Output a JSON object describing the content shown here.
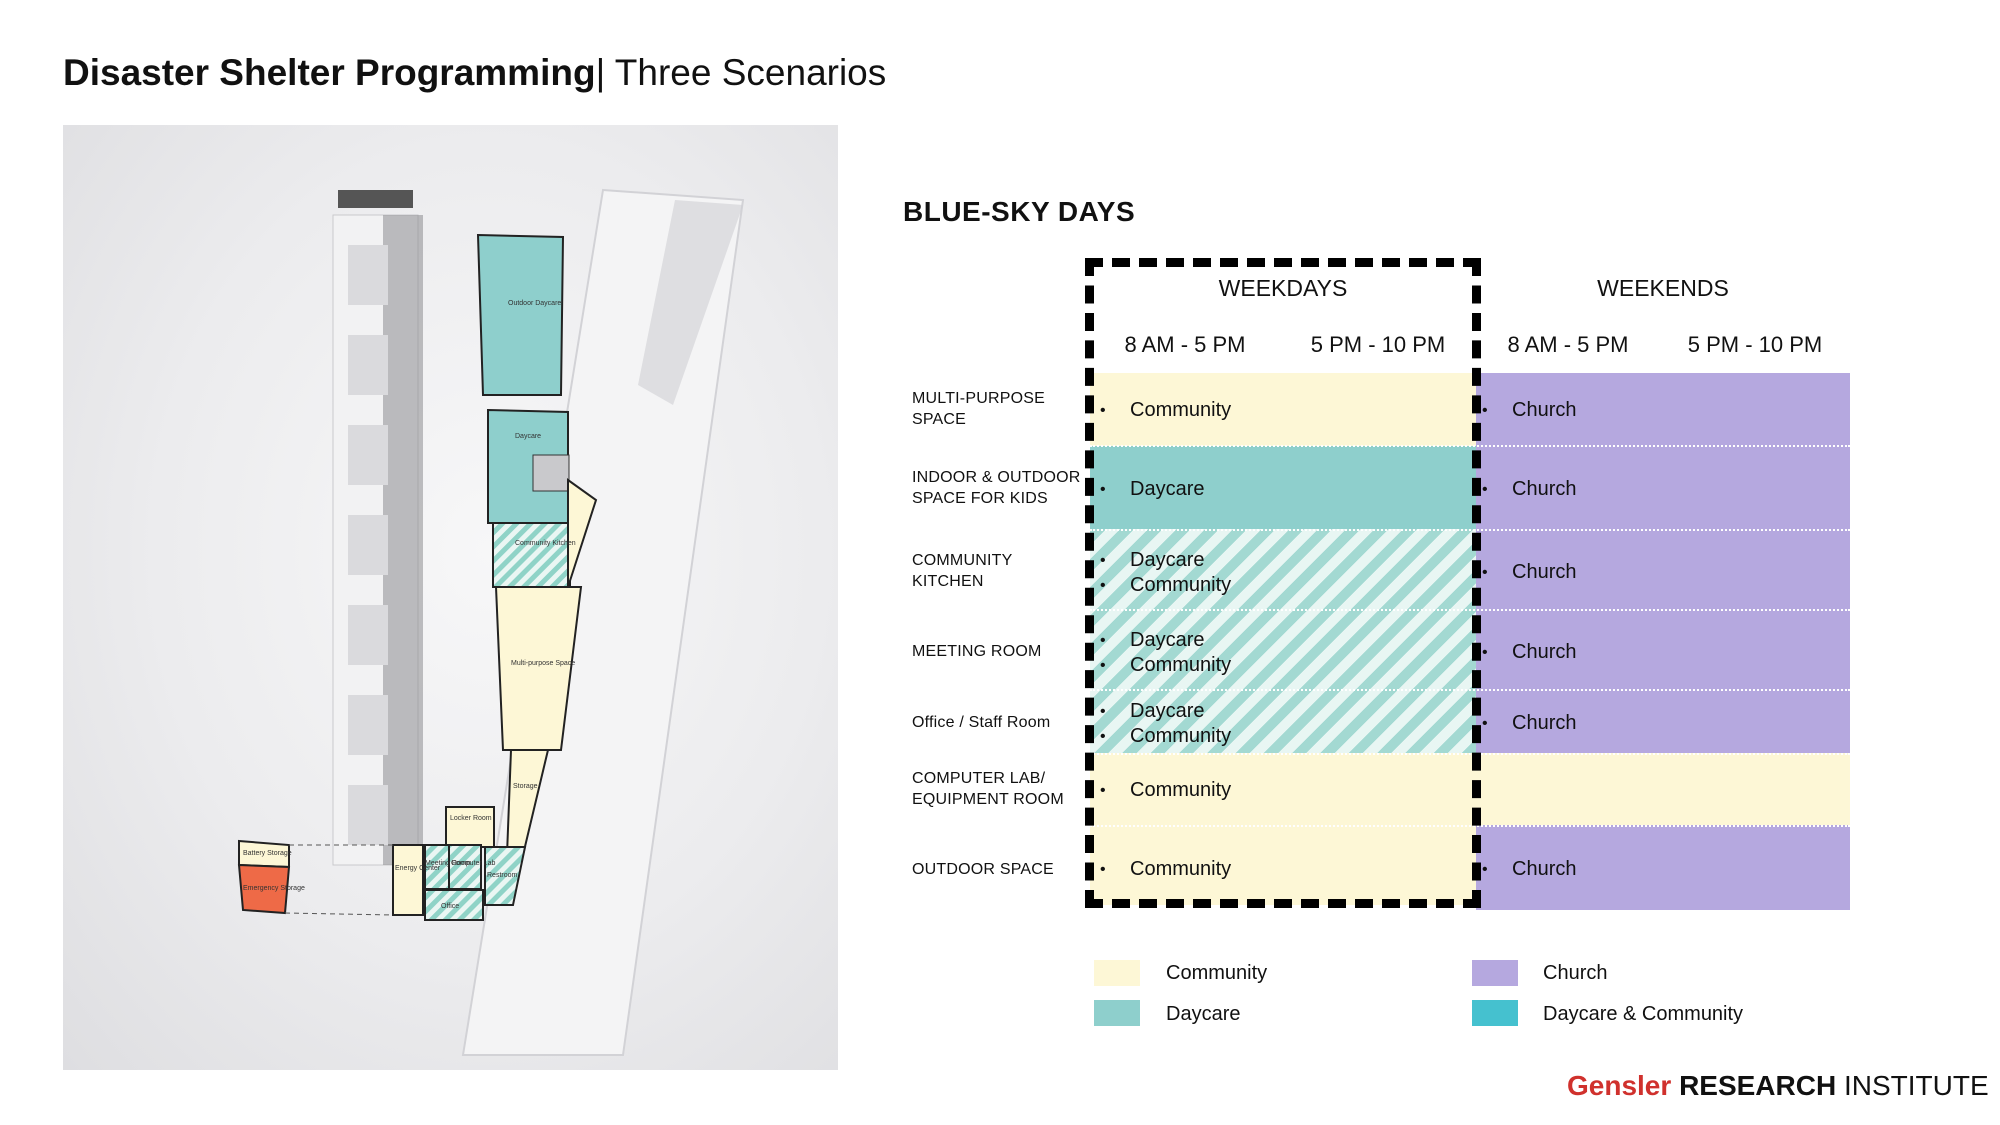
{
  "header": {
    "title_bold": "Disaster Shelter Programming",
    "separator": "|",
    "title_sub": " Three Scenarios"
  },
  "plan": {
    "labels": {
      "outdoor_daycare": "Outdoor Daycare",
      "daycare": "Daycare",
      "community_kitchen": "Community Kitchen",
      "multi_purpose": "Multi-purpose Space",
      "storage": "Storage",
      "locker_room": "Locker Room",
      "energy_center": "Energy Center",
      "meeting_room": "Meeting Room",
      "computer_lab": "Computer Lab",
      "restroom": "Restroom",
      "office": "Office",
      "battery_storage": "Battery Storage",
      "emergency_storage": "Emergency Storage"
    }
  },
  "schedule": {
    "section_title": "BLUE-SKY DAYS",
    "columns": {
      "weekdays": "WEEKDAYS",
      "weekends": "WEEKENDS"
    },
    "times": [
      "8 AM - 5 PM",
      "5 PM - 10 PM",
      "8 AM - 5 PM",
      "5 PM - 10 PM"
    ],
    "bullet": "•",
    "rows": [
      {
        "label": "MULTI-PURPOSE\nSPACE",
        "weekday": [
          "Community"
        ],
        "weekend": [
          "Church"
        ]
      },
      {
        "label": "INDOOR & OUTDOOR\nSPACE FOR KIDS",
        "weekday": [
          "Daycare"
        ],
        "weekend": [
          "Church"
        ]
      },
      {
        "label": "COMMUNITY\nKITCHEN",
        "weekday": [
          "Daycare",
          "Community"
        ],
        "weekend": [
          "Church"
        ]
      },
      {
        "label": "MEETING ROOM",
        "weekday": [
          "Daycare",
          "Community"
        ],
        "weekend": [
          "Church"
        ]
      },
      {
        "label": "Office / Staff Room",
        "weekday": [
          "Daycare",
          "Community"
        ],
        "weekend": [
          "Church"
        ]
      },
      {
        "label": "COMPUTER LAB/\nEQUIPMENT ROOM",
        "weekday": [
          "Community"
        ],
        "weekend": []
      },
      {
        "label": "OUTDOOR SPACE",
        "weekday": [
          "Community"
        ],
        "weekend": [
          "Church"
        ]
      }
    ]
  },
  "legend": {
    "community": "Community",
    "daycare": "Daycare",
    "church": "Church",
    "daycare_community": "Daycare & Community"
  },
  "colors": {
    "community": "#fdf7d6",
    "daycare": "#8ecfcc",
    "church": "#b5a8df",
    "daycare_community": "#45c1cf",
    "emergency": "#ee6a47",
    "brand_red": "#d0312d"
  },
  "logo": {
    "brand": "Gensler",
    "research": "RESEARCH",
    "institute": "INSTITUTE"
  }
}
